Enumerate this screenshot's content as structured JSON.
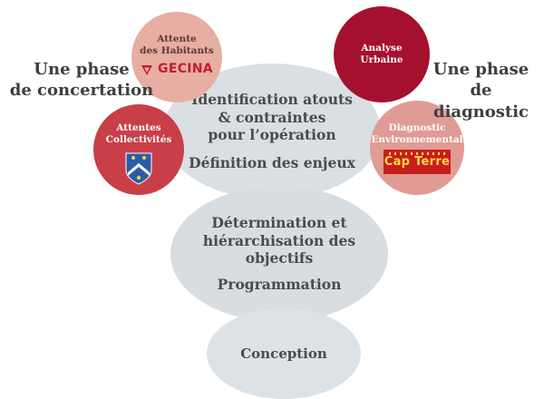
{
  "side_labels": {
    "left": {
      "line1": "Une phase",
      "line2": "de concertation"
    },
    "right": {
      "line1": "Une phase",
      "line2": "de diagnostic"
    }
  },
  "process": {
    "step1": {
      "line1": "Identification atouts",
      "line2": "& contraintes",
      "line3": "pour l’opération",
      "line4": "Définition des enjeux"
    },
    "step2": {
      "line1": "Détermination et",
      "line2": "hiérarchisation des objectifs",
      "line3": "Programmation"
    },
    "step3": {
      "label": "Conception"
    }
  },
  "stakeholders": {
    "habitants": {
      "line1": "Attente",
      "line2": "des Habitants",
      "logo_text": "GECINA",
      "color": "#e7aea2"
    },
    "analyse": {
      "line1": "Analyse",
      "line2": "Urbaine",
      "color": "#a5102f"
    },
    "collectivites": {
      "line1": "Attentes",
      "line2": "Collectivités",
      "color": "#c83f48"
    },
    "diagnostic": {
      "line1": "Diagnostic",
      "line2": "Environnemental",
      "logo_text": "Cap Terre",
      "color": "#e09b94"
    }
  }
}
